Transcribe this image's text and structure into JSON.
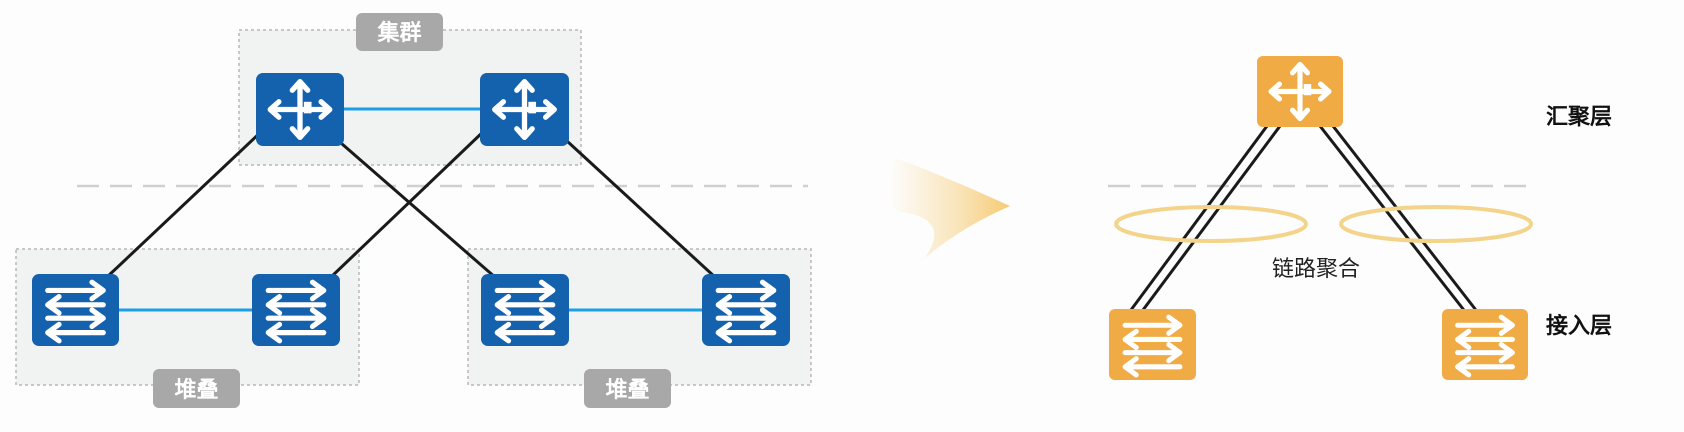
{
  "labels": {
    "cluster": "集群",
    "stack_left": "堆叠",
    "stack_right": "堆叠",
    "aggregation_layer": "汇聚层",
    "access_layer": "接入层",
    "link_aggregation": "链路聚合"
  },
  "colors": {
    "device_blue": "#1462ad",
    "device_orange": "#f0ab45",
    "peer_link": "#1aa0e6",
    "uplink": "#1a1a1a",
    "group_box_fill": "#f1f2f2",
    "group_box_border": "#b8b8b8",
    "divider": "#cfcfcf",
    "aggregation_ring": "#f3d48a",
    "arrow": "#f5c96e"
  },
  "icons": {
    "core_device": "router-icon",
    "access_device": "switch-icon",
    "transition": "right-arrow-icon"
  }
}
